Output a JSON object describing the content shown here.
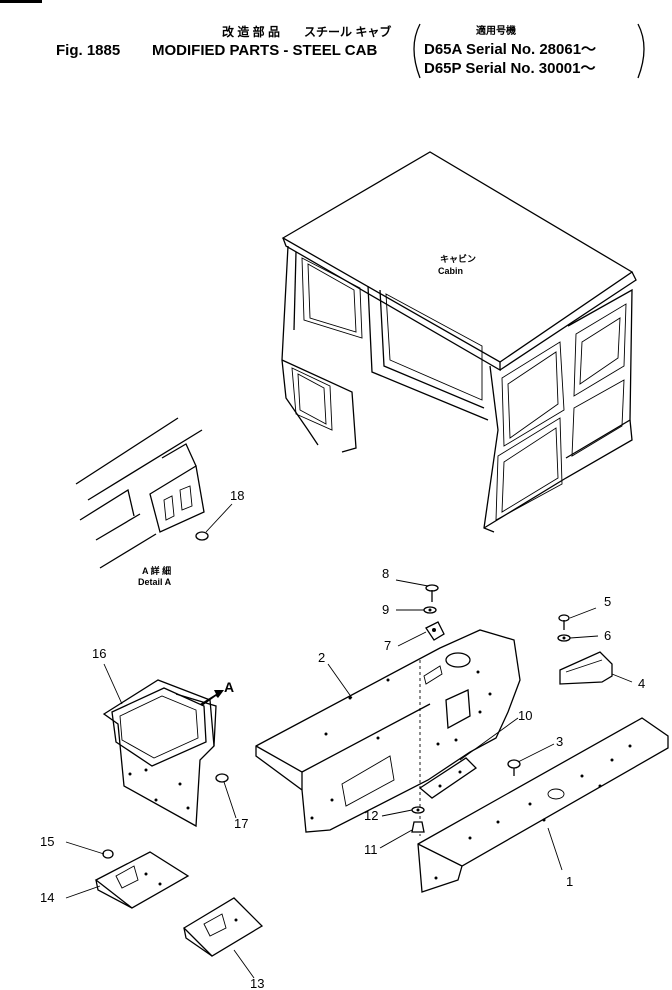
{
  "header": {
    "jp_title": "改 造 部 品　　スチール キャブ",
    "jp_applicable": "適用号機",
    "figure": "Fig. 1885",
    "title": "MODIFIED PARTS - STEEL CAB",
    "serial_1": "D65A Serial No. 28061～",
    "serial_2": "D65P Serial No. 30001～"
  },
  "labels": {
    "cabin_jp": "キャビン",
    "cabin_en": "Cabin",
    "detail_jp": "A 詳 細",
    "detail_en": "Detail A",
    "arrow_a": "A"
  },
  "callouts": [
    "1",
    "2",
    "3",
    "4",
    "5",
    "6",
    "7",
    "8",
    "9",
    "10",
    "11",
    "12",
    "13",
    "14",
    "15",
    "16",
    "17",
    "18"
  ]
}
